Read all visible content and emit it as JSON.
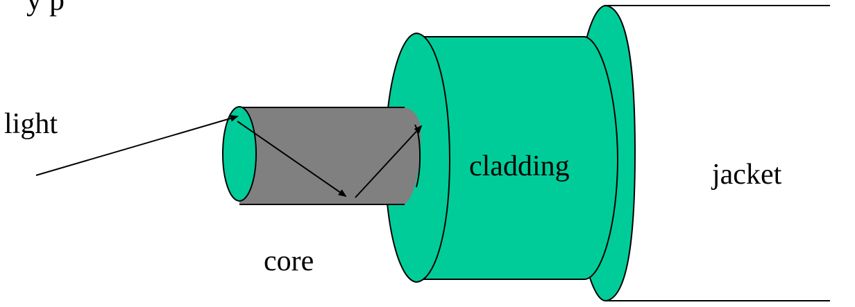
{
  "header_partial_text": "y p",
  "labels": {
    "light": "light",
    "core": "core",
    "cladding": "cladding",
    "jacket": "jacket"
  },
  "colors": {
    "core_face": "#00CC99",
    "core_body": "#808080",
    "cladding": "#00CC99",
    "jacket": "#FFFFFF",
    "line": "#000000"
  }
}
